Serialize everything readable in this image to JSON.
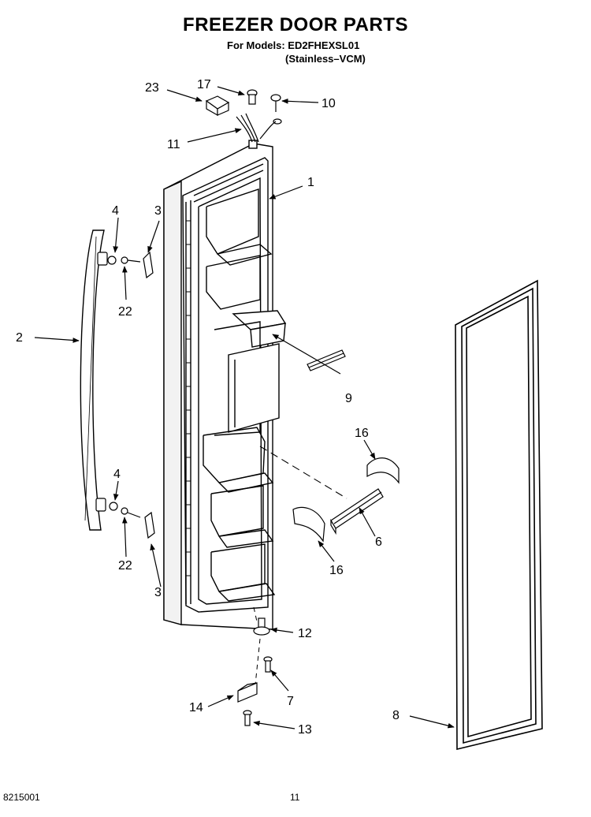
{
  "title": "FREEZER DOOR PARTS",
  "models_line": "For Models: ED2FHEXSL01",
  "variant_line": "(Stainless–VCM)",
  "footer": {
    "doc_number": "8215001",
    "page_number": "11"
  },
  "callouts": {
    "c1": "1",
    "c2": "2",
    "c3a": "3",
    "c3b": "3",
    "c4a": "4",
    "c4b": "4",
    "c6": "6",
    "c7": "7",
    "c8": "8",
    "c9": "9",
    "c10": "10",
    "c11": "11",
    "c12": "12",
    "c13": "13",
    "c14": "14",
    "c16a": "16",
    "c16b": "16",
    "c17": "17",
    "c22a": "22",
    "c22b": "22",
    "c23": "23"
  }
}
